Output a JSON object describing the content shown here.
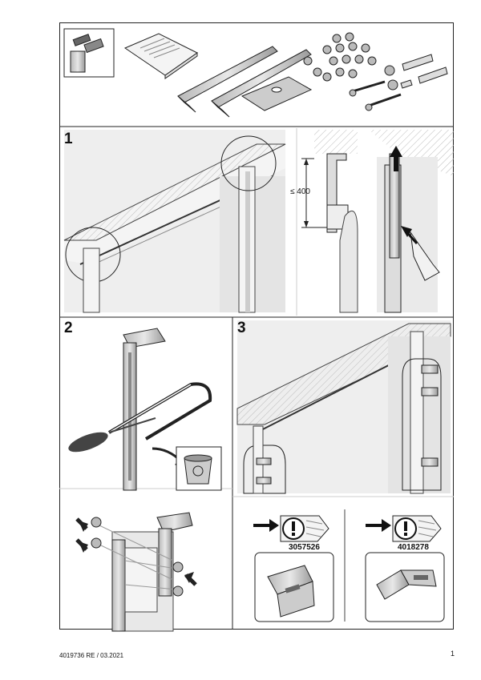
{
  "steps": [
    "1",
    "2",
    "3"
  ],
  "dimension_label": "≤ 400",
  "parts": [
    {
      "number": "3057526"
    },
    {
      "number": "4018278"
    }
  ],
  "footer": {
    "document_code": "4019736  RE / 03.2021",
    "page_number": "1"
  },
  "colors": {
    "shade": "#e6e6e6",
    "metal": "#c8c8c8",
    "line": "#222222"
  }
}
